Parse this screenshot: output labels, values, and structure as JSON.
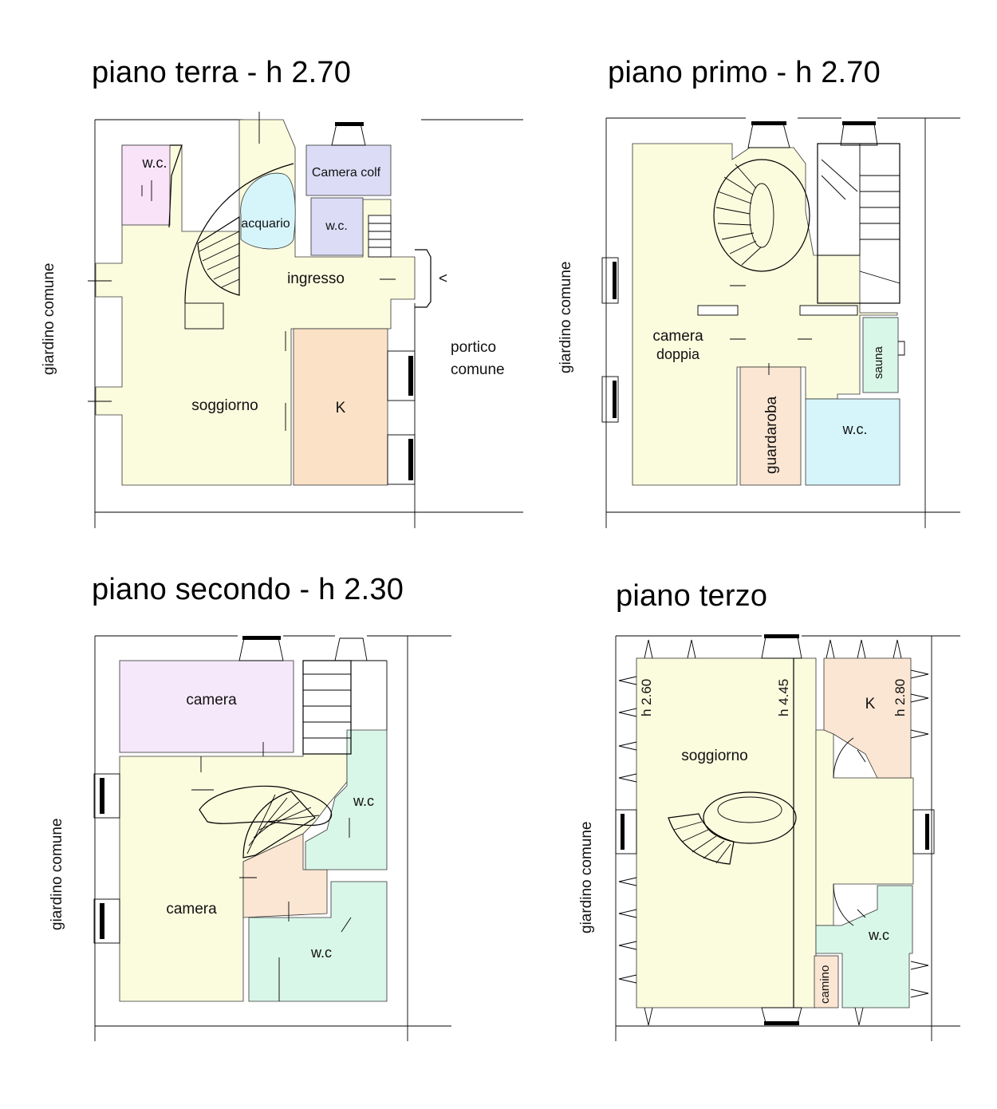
{
  "colors": {
    "cream": "#fbfbde",
    "pink": "#f9e3f9",
    "lavender": "#dcdcf7",
    "orange": "#fbe2c7",
    "peach": "#fbe6d3",
    "cyan": "#d6f5fb",
    "mint": "#d9f7e8",
    "light_violet": "#f6e8fb"
  },
  "plans": {
    "terra": {
      "title": "piano terra - h 2.70",
      "garden": "giardino comune",
      "rooms": {
        "wc": "w.c.",
        "camera_colf": "Camera colf",
        "acquario": "acquario",
        "wc2": "w.c.",
        "ingresso": "ingresso",
        "soggiorno": "soggiorno",
        "kitchen": "K",
        "arrow": "<"
      },
      "portico_line1": "portico",
      "portico_line2": "comune"
    },
    "primo": {
      "title": "piano primo - h 2.70",
      "garden": "giardino comune",
      "rooms": {
        "camera": "camera",
        "doppia": "doppia",
        "guardaroba": "guardaroba",
        "sauna": "sauna",
        "wc": "w.c."
      }
    },
    "secondo": {
      "title": "piano secondo - h 2.30",
      "garden": "giardino comune",
      "rooms": {
        "camera_top": "camera",
        "wc_right": "w.c",
        "camera_bottom": "camera",
        "wc_bottom": "w.c"
      }
    },
    "terzo": {
      "title": "piano terzo",
      "garden": "giardino comune",
      "heights": {
        "h1": "h 2.60",
        "h2": "h 4.45",
        "h3": "h 2.80"
      },
      "rooms": {
        "soggiorno": "soggiorno",
        "kitchen": "K",
        "wc": "w.c",
        "camino": "camino"
      }
    }
  }
}
